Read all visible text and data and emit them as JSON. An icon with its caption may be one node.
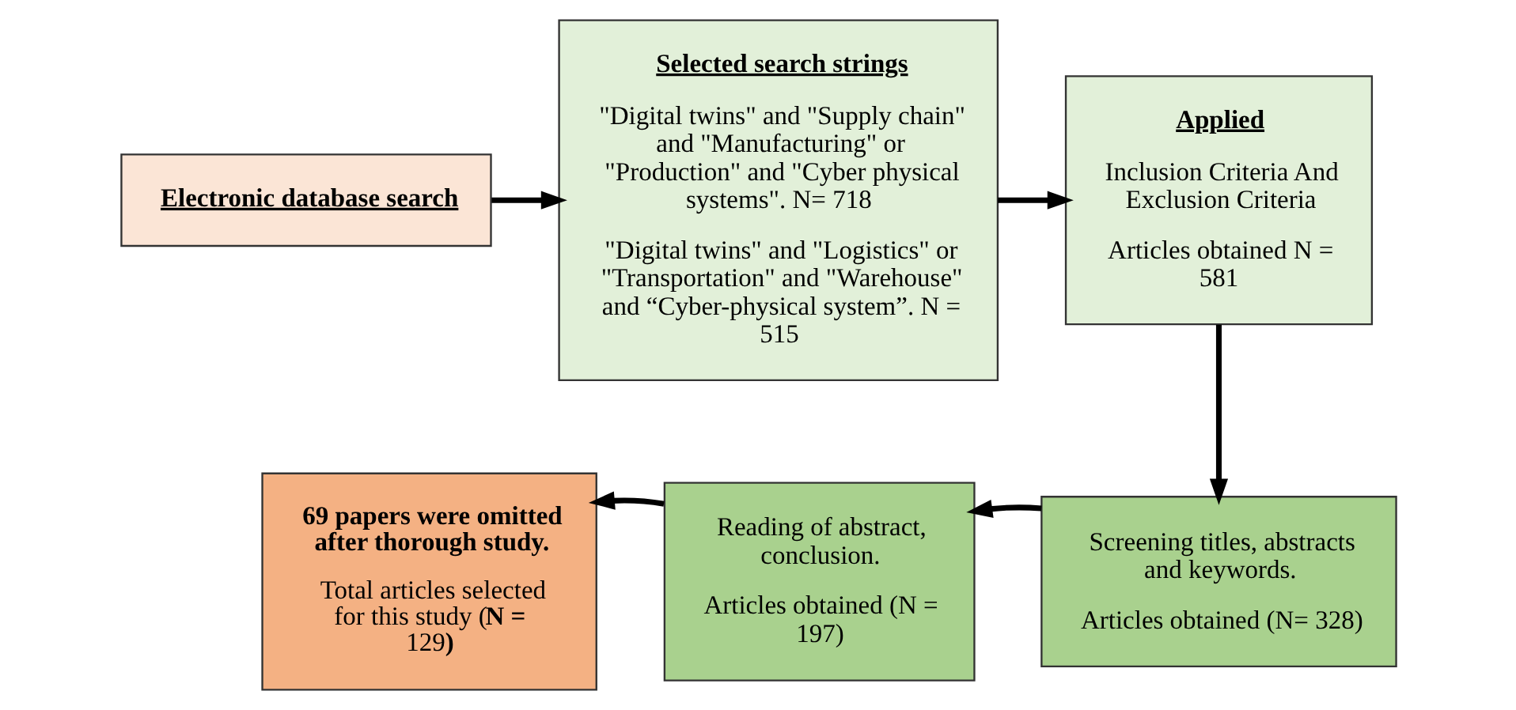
{
  "diagram": {
    "nodes": [
      {
        "text": [
          "Electronic database search"
        ]
      },
      {
        "text": [
          "Selected search strings",
          "\"Digital twins\" and \"Supply chain\" and \"Manufacturing\" or \"Production\" and \"Cyber physical systems\". N= 718",
          "\"Digital twins\" and \"Logistics\" or \"Transportation\" and \"Warehouse\" and “Cyber-physical system”. N = 515"
        ]
      },
      {
        "text": [
          "Applied",
          "Inclusion Criteria And Exclusion Criteria",
          "Articles obtained N = 581"
        ]
      },
      {
        "text": [
          "Screening titles, abstracts and keywords.",
          "Articles obtained (N= 328)"
        ]
      },
      {
        "text": [
          "Reading of abstract, conclusion.",
          "Articles obtained (N = 197)"
        ]
      },
      {
        "text": [
          "69 papers were omitted after thorough study.",
          "Total articles selected for this study (**N = 129**)"
        ]
      }
    ],
    "edges": [
      {
        "from": 0,
        "to": 1,
        "arrow": "to"
      },
      {
        "from": 1,
        "to": 2,
        "arrow": "to"
      },
      {
        "from": 2,
        "to": 3,
        "arrow": "to"
      },
      {
        "from": 3,
        "to": 4,
        "arrow": "to"
      },
      {
        "from": 4,
        "to": 5,
        "arrow": "to"
      }
    ]
  }
}
